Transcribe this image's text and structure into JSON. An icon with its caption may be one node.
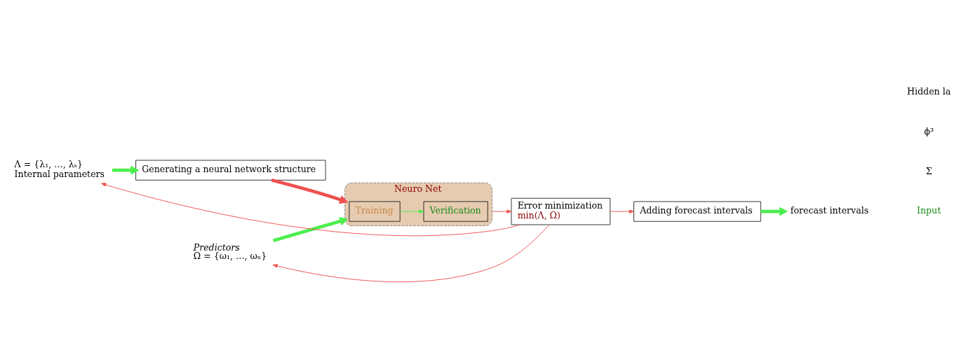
{
  "diagram": {
    "nodes": [
      {
        "text": [
          "Λ = {λ₁, …, λₛ}",
          "Internal parameters"
        ]
      },
      {
        "text": [
          "Generating a neural network structure"
        ]
      },
      {
        "text": [
          "Predictors",
          "Ω = {ω₁, …, ωₙ}"
        ]
      },
      {
        "text": [
          "Neuro Net"
        ]
      },
      {
        "text": [
          "Training"
        ],
        "in": 3
      },
      {
        "text": [
          "Verification"
        ],
        "in": 3
      },
      {
        "text": [
          "Error minimization",
          "min(Λ, Ω)"
        ]
      },
      {
        "text": [
          "Adding forecast intervals"
        ]
      },
      {
        "text": [
          "forecast intervals"
        ]
      }
    ],
    "edges": [
      {
        "from": 0,
        "to": 1,
        "arrow": "to",
        "style": "thick",
        "color": "#4cee4c"
      },
      {
        "from": 1,
        "to": 3,
        "arrow": "to",
        "style": "thick"
      },
      {
        "from": 2,
        "to": 3,
        "arrow": "to",
        "style": "thick",
        "color": "#4cee4c"
      },
      {
        "from": 4,
        "to": 5,
        "arrow": "to",
        "color": "#4cee4c"
      },
      {
        "from": 3,
        "to": 6,
        "arrow": "to"
      },
      {
        "from": 6,
        "to": 7,
        "arrow": "to"
      },
      {
        "from": 7,
        "to": 8,
        "arrow": "to",
        "style": "thick",
        "color": "#4cee4c"
      },
      {
        "from": 6,
        "to": 0,
        "arrow": "to"
      },
      {
        "from": 6,
        "to": 2,
        "arrow": "to"
      }
    ],
    "labels": [
      "Input",
      "Σ",
      "ϕ³",
      "Hidden la"
    ]
  }
}
